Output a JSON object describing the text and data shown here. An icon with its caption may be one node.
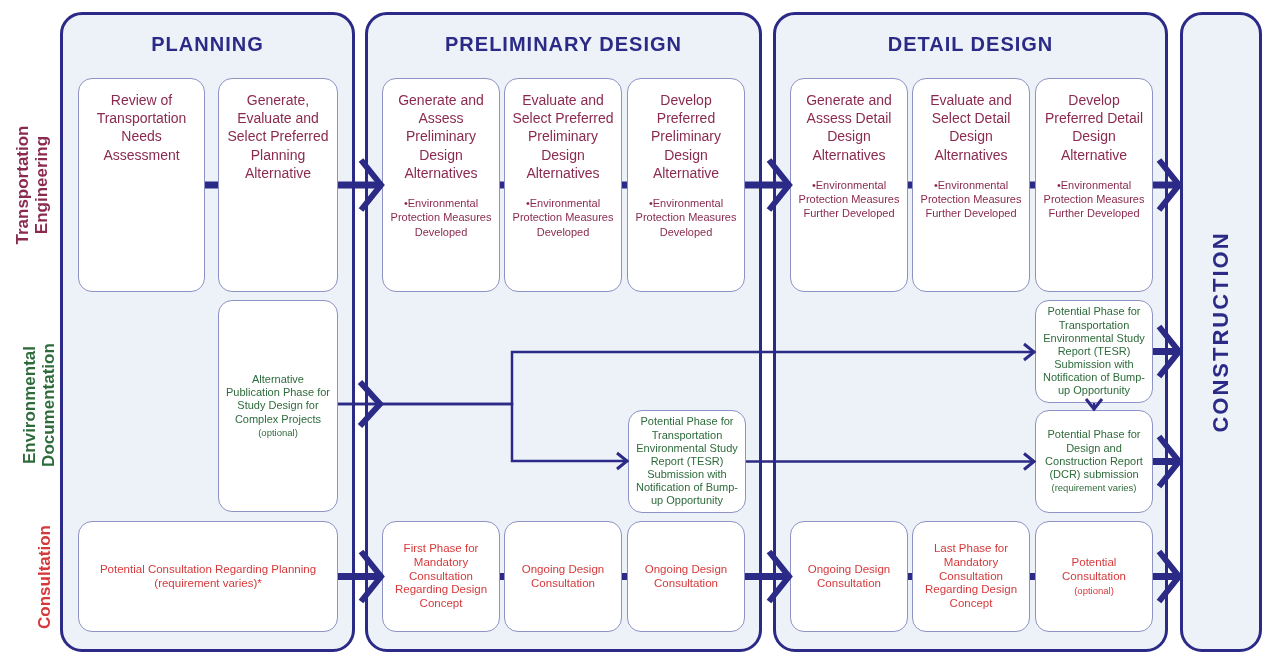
{
  "diagram": {
    "nodes": [
      {
        "text": [
          "PLANNING"
        ]
      },
      {
        "text": [
          "PRELIMINARY DESIGN"
        ]
      },
      {
        "text": [
          "DETAIL DESIGN"
        ]
      },
      {
        "text": [
          "CONSTRUCTION"
        ]
      },
      {
        "text": [
          "Review of Transportation Needs Assessment"
        ],
        "in": 0
      },
      {
        "text": [
          "Generate, Evaluate and Select Preferred Planning Alternative"
        ],
        "in": 0
      },
      {
        "text": [
          "Alternative Publication Phase for Study Design for Complex Projects",
          "(optional)"
        ],
        "in": 0
      },
      {
        "text": [
          "Potential Consultation Regarding Planning (requirement varies)*"
        ],
        "in": 0
      },
      {
        "text": [
          "Generate and Assess Preliminary Design Alternatives",
          "•Environmental Protection Measures Developed"
        ],
        "in": 1
      },
      {
        "text": [
          "Evaluate and Select Preferred Preliminary Design Alternatives",
          "•Environmental Protection Measures Developed"
        ],
        "in": 1
      },
      {
        "text": [
          "Develop Preferred Preliminary Design Alternative",
          "•Environmental Protection Measures Developed"
        ],
        "in": 1
      },
      {
        "text": [
          "Potential Phase for Transportation Environmental Study Report (TESR) Submission with Notification of Bump-up Opportunity"
        ],
        "in": 1
      },
      {
        "text": [
          "First Phase for Mandatory Consultation Regarding Design Concept"
        ],
        "in": 1
      },
      {
        "text": [
          "Ongoing Design Consultation"
        ],
        "in": 1
      },
      {
        "text": [
          "Ongoing Design Consultation"
        ],
        "in": 1
      },
      {
        "text": [
          "Generate and Assess Detail Design Alternatives",
          "•Environmental Protection Measures Further Developed"
        ],
        "in": 2
      },
      {
        "text": [
          "Evaluate and Select Detail Design Alternatives",
          "•Environmental Protection Measures Further Developed"
        ],
        "in": 2
      },
      {
        "text": [
          "Develop Preferred Detail Design Alternative",
          "•Environmental Protection Measures Further Developed"
        ],
        "in": 2
      },
      {
        "text": [
          "Potential Phase for Transportation Environmental Study Report (TESR) Submission with Notification of Bump-up Opportunity"
        ],
        "in": 2
      },
      {
        "text": [
          "Potential Phase for Design and Construction Report (DCR) submission",
          "(requirement varies)"
        ],
        "in": 2
      },
      {
        "text": [
          "Ongoing Design Consultation"
        ],
        "in": 2
      },
      {
        "text": [
          "Last Phase for Mandatory Consultation Regarding Design Concept"
        ],
        "in": 2
      },
      {
        "text": [
          "Potential Consultation",
          "(optional)"
        ],
        "in": 2
      }
    ],
    "edges": [
      {
        "from": 4,
        "to": 5,
        "arrow": "none"
      },
      {
        "from": 5,
        "to": 8,
        "arrow": "to"
      },
      {
        "from": 8,
        "to": 9,
        "arrow": "none"
      },
      {
        "from": 9,
        "to": 10,
        "arrow": "none"
      },
      {
        "from": 10,
        "to": 15,
        "arrow": "to"
      },
      {
        "from": 15,
        "to": 16,
        "arrow": "none"
      },
      {
        "from": 16,
        "to": 17,
        "arrow": "none"
      },
      {
        "from": 17,
        "to": 3,
        "arrow": "to"
      },
      {
        "from": 6,
        "to": 18,
        "arrow": "to"
      },
      {
        "from": 6,
        "to": 11,
        "arrow": "to"
      },
      {
        "from": 18,
        "to": 19,
        "arrow": "to"
      },
      {
        "from": 11,
        "to": 19,
        "arrow": "to"
      },
      {
        "from": 18,
        "to": 3,
        "arrow": "to"
      },
      {
        "from": 19,
        "to": 3,
        "arrow": "to"
      },
      {
        "from": 7,
        "to": 12,
        "arrow": "to"
      },
      {
        "from": 12,
        "to": 13,
        "arrow": "none"
      },
      {
        "from": 13,
        "to": 14,
        "arrow": "none"
      },
      {
        "from": 14,
        "to": 20,
        "arrow": "to"
      },
      {
        "from": 20,
        "to": 21,
        "arrow": "none"
      },
      {
        "from": 21,
        "to": 22,
        "arrow": "none"
      },
      {
        "from": 22,
        "to": 3,
        "arrow": "to"
      }
    ],
    "labels": [
      "Transportation Engineering",
      "Environmental Documentation",
      "Consultation"
    ]
  }
}
